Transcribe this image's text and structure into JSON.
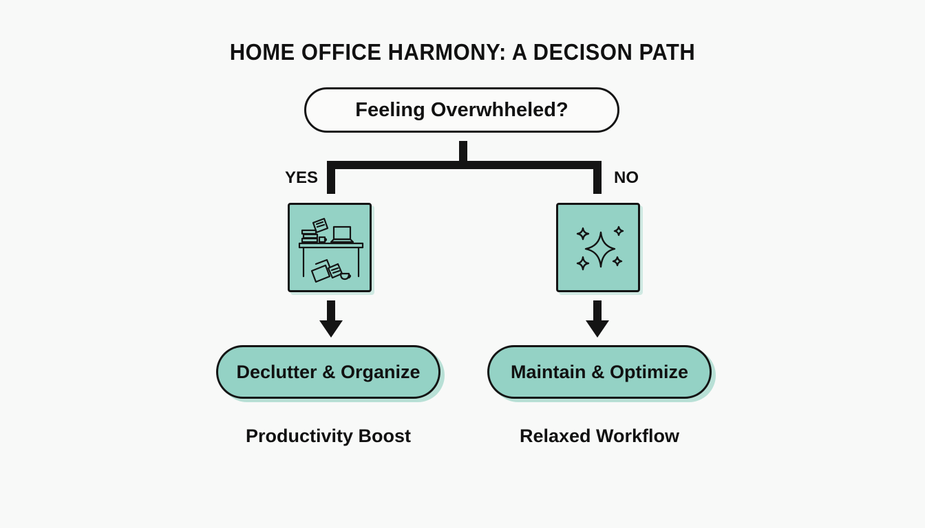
{
  "title": "HOME OFFICE HARMONY: A DECISON PATH",
  "question": "Feeling Overwhheled?",
  "branches": {
    "yes": {
      "label": "YES",
      "icon": "cluttered-desk-icon",
      "action": "Declutter & Organize",
      "outcome": "Productivity Boost"
    },
    "no": {
      "label": "NO",
      "icon": "sparkles-icon",
      "action": "Maintain & Optimize",
      "outcome": "Relaxed Workflow"
    }
  },
  "colors": {
    "accent": "#94d2c5",
    "line": "#141414",
    "background": "#f8f9f8"
  }
}
